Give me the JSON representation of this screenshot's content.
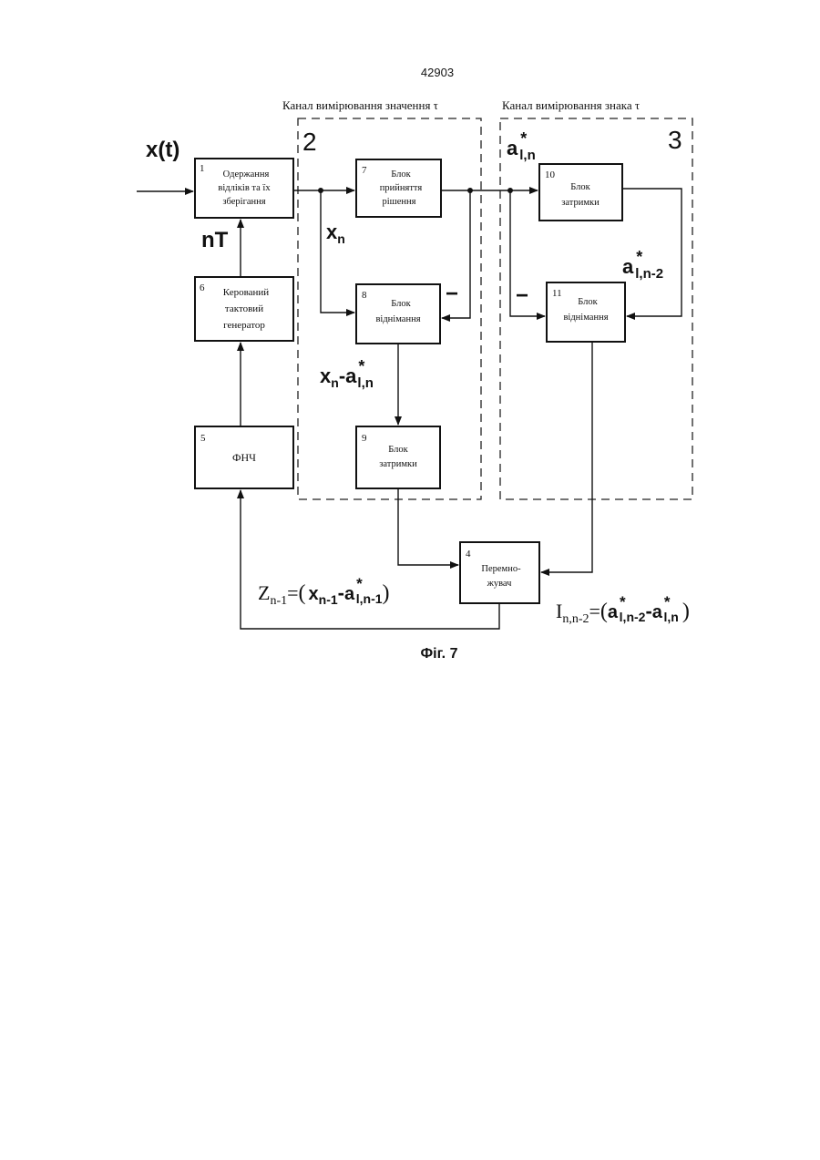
{
  "page_number": "42903",
  "figure_caption": "Фіг. 7",
  "channels": {
    "value": {
      "label": "Канал вимірювання значення τ",
      "number": "2"
    },
    "sign": {
      "label": "Канал вимірювання знака τ",
      "number": "3"
    }
  },
  "blocks": {
    "b1": {
      "num": "1",
      "lines": [
        "Одержання",
        "відліків та їх",
        "зберігання"
      ]
    },
    "b6": {
      "num": "6",
      "lines": [
        "Керований",
        "тактовий",
        "генератор"
      ]
    },
    "b5": {
      "num": "5",
      "lines": [
        "ФНЧ"
      ]
    },
    "b7": {
      "num": "7",
      "lines": [
        "Блок",
        "прийняття",
        "рішення"
      ]
    },
    "b8": {
      "num": "8",
      "lines": [
        "Блок",
        "віднімання"
      ]
    },
    "b9": {
      "num": "9",
      "lines": [
        "Блок",
        "затримки"
      ]
    },
    "b10": {
      "num": "10",
      "lines": [
        "Блок",
        "затримки"
      ]
    },
    "b11": {
      "num": "11",
      "lines": [
        "Блок",
        "віднімання"
      ]
    },
    "b4": {
      "num": "4",
      "lines": [
        "Перемно-",
        "жувач"
      ]
    }
  },
  "signals": {
    "input": "x(t)",
    "clock": "nT",
    "xn": {
      "base": "x",
      "sub": "n"
    },
    "a_ln": {
      "base": "a",
      "sup": "*",
      "sub": "l,n"
    },
    "a_ln2": {
      "base": "a",
      "sup": "*",
      "sub": "l,n-2"
    },
    "diff_label": {
      "left_base": "x",
      "left_sub": "n",
      "op": "-",
      "right_base": "a",
      "right_sup": "*",
      "right_sub": "l,n"
    },
    "minus": "−",
    "z_formula": {
      "lhs": "Z",
      "lhs_sub": "n-1",
      "eq": "=",
      "open": "(",
      "x": "x",
      "x_sub": "n-1",
      "op": "-",
      "a": "a",
      "a_sup": "*",
      "a_sub": "l,n-1",
      "close": ")"
    },
    "i_formula": {
      "lhs": "I",
      "lhs_sub": "n,n-2",
      "eq": "=",
      "open": "(",
      "a1": "a",
      "a1_sup": "*",
      "a1_sub": "l,n-2",
      "op": "-",
      "a2": "a",
      "a2_sup": "*",
      "a2_sub": "l,n",
      "close": ")"
    }
  }
}
